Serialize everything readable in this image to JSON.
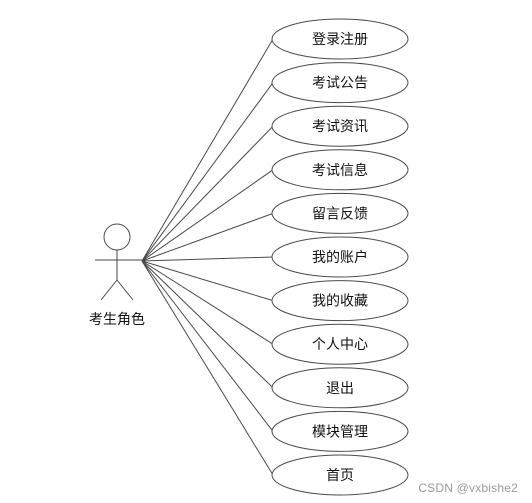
{
  "actor": {
    "label": "考生角色"
  },
  "use_cases": [
    {
      "label": "登录注册"
    },
    {
      "label": "考试公告"
    },
    {
      "label": "考试资讯"
    },
    {
      "label": "考试信息"
    },
    {
      "label": "留言反馈"
    },
    {
      "label": "我的账户"
    },
    {
      "label": "我的收藏"
    },
    {
      "label": "个人中心"
    },
    {
      "label": "退出"
    },
    {
      "label": "模块管理"
    },
    {
      "label": "首页"
    }
  ],
  "watermark": "CSDN @vxbishe2",
  "colors": {
    "stroke": "#4a4a4a",
    "text": "#111111",
    "background": "#ffffff"
  }
}
